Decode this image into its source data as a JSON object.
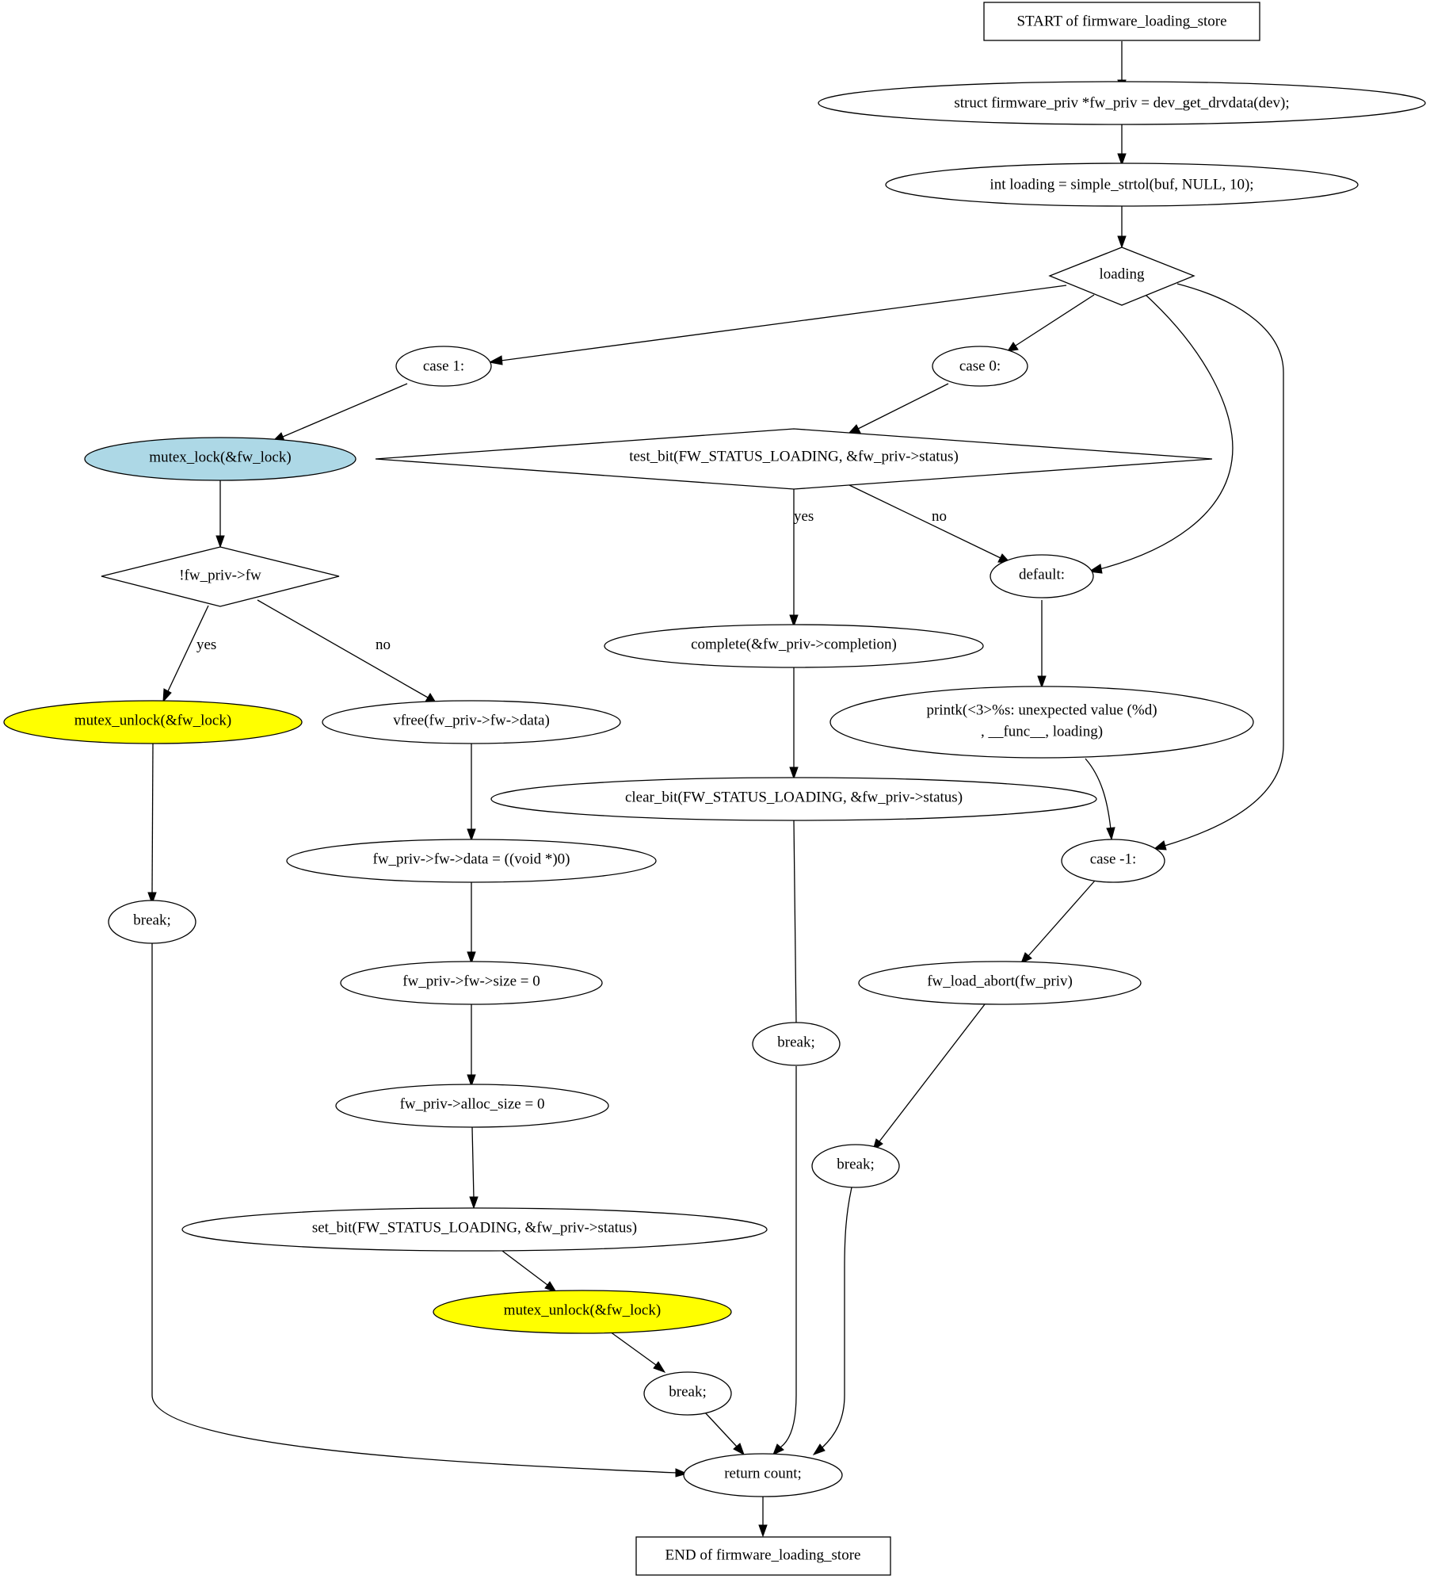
{
  "nodes": {
    "start": {
      "label": "START of firmware_loading_store",
      "shape": "box"
    },
    "fw_priv_decl": {
      "label": "struct firmware_priv *fw_priv = dev_get_drvdata(dev);",
      "shape": "ellipse"
    },
    "loading_decl": {
      "label": "int loading = simple_strtol(buf, NULL, 10);",
      "shape": "ellipse"
    },
    "switch_loading": {
      "label": "loading",
      "shape": "diamond"
    },
    "case_1": {
      "label": "case 1:",
      "shape": "ellipse"
    },
    "case_0": {
      "label": "case 0:",
      "shape": "ellipse"
    },
    "mutex_lock": {
      "label": "mutex_lock(&fw_lock)",
      "shape": "ellipse",
      "fill": "#add8e6"
    },
    "test_bit": {
      "label": "test_bit(FW_STATUS_LOADING, &fw_priv->status)",
      "shape": "diamond"
    },
    "not_fw": {
      "label": "!fw_priv->fw",
      "shape": "diamond"
    },
    "default": {
      "label": "default:",
      "shape": "ellipse"
    },
    "complete": {
      "label": "complete(&fw_priv->completion)",
      "shape": "ellipse"
    },
    "mutex_unlock_a": {
      "label": "mutex_unlock(&fw_lock)",
      "shape": "ellipse",
      "fill": "#ffff00"
    },
    "vfree": {
      "label": "vfree(fw_priv->fw->data)",
      "shape": "ellipse"
    },
    "printk": {
      "label_line1": "printk(<3>%s: unexpected value (%d)",
      "label_line2": ", __func__, loading)",
      "shape": "ellipse"
    },
    "clear_bit": {
      "label": "clear_bit(FW_STATUS_LOADING, &fw_priv->status)",
      "shape": "ellipse"
    },
    "data_null": {
      "label": "fw_priv->fw->data = ((void *)0)",
      "shape": "ellipse"
    },
    "case_m1": {
      "label": "case -1:",
      "shape": "ellipse"
    },
    "break_a": {
      "label": "break;",
      "shape": "ellipse"
    },
    "size_zero": {
      "label": "fw_priv->fw->size = 0",
      "shape": "ellipse"
    },
    "fw_load_abort": {
      "label": "fw_load_abort(fw_priv)",
      "shape": "ellipse"
    },
    "break_b": {
      "label": "break;",
      "shape": "ellipse"
    },
    "alloc_zero": {
      "label": "fw_priv->alloc_size = 0",
      "shape": "ellipse"
    },
    "break_c": {
      "label": "break;",
      "shape": "ellipse"
    },
    "set_bit": {
      "label": "set_bit(FW_STATUS_LOADING, &fw_priv->status)",
      "shape": "ellipse"
    },
    "mutex_unlock_b": {
      "label": "mutex_unlock(&fw_lock)",
      "shape": "ellipse",
      "fill": "#ffff00"
    },
    "break_d": {
      "label": "break;",
      "shape": "ellipse"
    },
    "return_count": {
      "label": "return count;",
      "shape": "ellipse"
    },
    "end": {
      "label": "END of firmware_loading_store",
      "shape": "box"
    }
  },
  "edges": [
    {
      "from": "start",
      "to": "fw_priv_decl",
      "label": ""
    },
    {
      "from": "fw_priv_decl",
      "to": "loading_decl",
      "label": ""
    },
    {
      "from": "loading_decl",
      "to": "switch_loading",
      "label": ""
    },
    {
      "from": "switch_loading",
      "to": "case_1",
      "label": ""
    },
    {
      "from": "switch_loading",
      "to": "case_0",
      "label": ""
    },
    {
      "from": "switch_loading",
      "to": "default",
      "label": ""
    },
    {
      "from": "switch_loading",
      "to": "case_m1",
      "label": ""
    },
    {
      "from": "case_1",
      "to": "mutex_lock",
      "label": ""
    },
    {
      "from": "case_0",
      "to": "test_bit",
      "label": ""
    },
    {
      "from": "mutex_lock",
      "to": "not_fw",
      "label": ""
    },
    {
      "from": "test_bit",
      "to": "complete",
      "label": "yes"
    },
    {
      "from": "test_bit",
      "to": "default",
      "label": "no"
    },
    {
      "from": "not_fw",
      "to": "mutex_unlock_a",
      "label": "yes"
    },
    {
      "from": "not_fw",
      "to": "vfree",
      "label": "no"
    },
    {
      "from": "default",
      "to": "printk",
      "label": ""
    },
    {
      "from": "complete",
      "to": "clear_bit",
      "label": ""
    },
    {
      "from": "mutex_unlock_a",
      "to": "break_a",
      "label": ""
    },
    {
      "from": "vfree",
      "to": "data_null",
      "label": ""
    },
    {
      "from": "printk",
      "to": "case_m1",
      "label": ""
    },
    {
      "from": "clear_bit",
      "to": "break_b",
      "label": ""
    },
    {
      "from": "data_null",
      "to": "size_zero",
      "label": ""
    },
    {
      "from": "case_m1",
      "to": "fw_load_abort",
      "label": ""
    },
    {
      "from": "size_zero",
      "to": "alloc_zero",
      "label": ""
    },
    {
      "from": "fw_load_abort",
      "to": "break_c",
      "label": ""
    },
    {
      "from": "alloc_zero",
      "to": "set_bit",
      "label": ""
    },
    {
      "from": "set_bit",
      "to": "mutex_unlock_b",
      "label": ""
    },
    {
      "from": "mutex_unlock_b",
      "to": "break_d",
      "label": ""
    },
    {
      "from": "break_a",
      "to": "return_count",
      "label": ""
    },
    {
      "from": "break_b",
      "to": "return_count",
      "label": ""
    },
    {
      "from": "break_c",
      "to": "return_count",
      "label": ""
    },
    {
      "from": "break_d",
      "to": "return_count",
      "label": ""
    },
    {
      "from": "return_count",
      "to": "end",
      "label": ""
    }
  ],
  "edge_labels": {
    "yes": "yes",
    "no": "no"
  }
}
